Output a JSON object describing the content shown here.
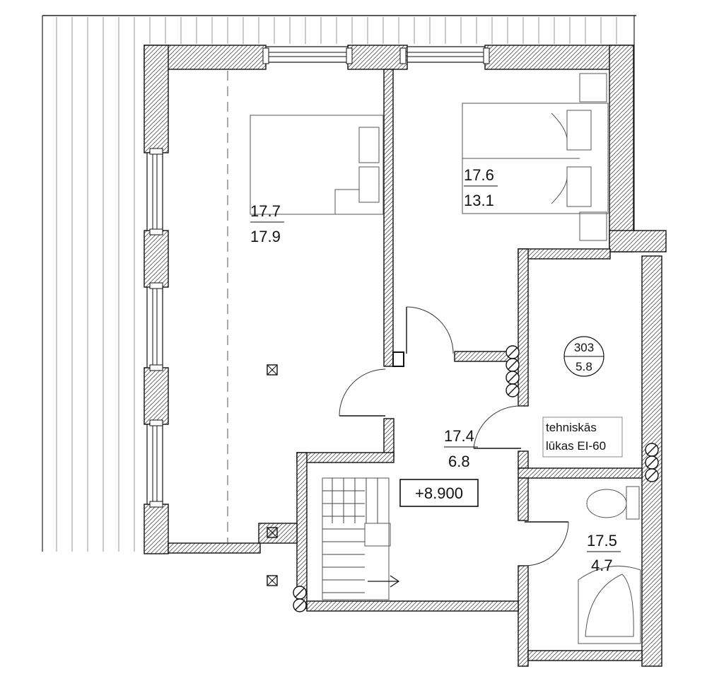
{
  "rooms": [
    {
      "id": "17.7",
      "area": "17.9"
    },
    {
      "id": "17.6",
      "area": "13.1"
    },
    {
      "id": "17.4",
      "area": "6.8"
    },
    {
      "id": "17.5",
      "area": "4.7"
    }
  ],
  "technical_room": {
    "number": "303",
    "area": "5.8"
  },
  "hatch_note": {
    "line1": "tehniskās",
    "line2": "lūkas EI-60"
  },
  "level_mark": "+8.900",
  "icons": [
    "ventilation-shaft-icon",
    "pipe-riser-icon",
    "stair-direction-arrow-icon"
  ]
}
